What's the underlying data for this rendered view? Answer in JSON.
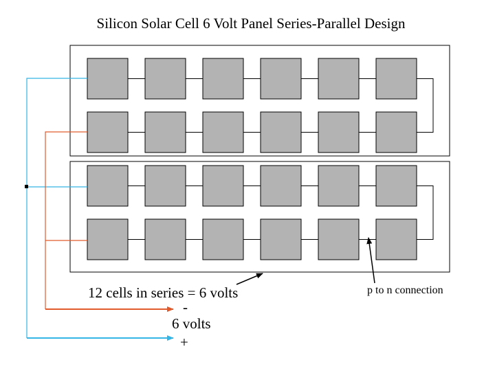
{
  "title": "Silicon Solar Cell 6 Volt Panel Series-Parallel Design",
  "labels": {
    "series": "12 cells in series = 6 volts",
    "minus": "-",
    "volts": "6 volts",
    "plus": "+",
    "pn": "p to n connection"
  },
  "panels": [
    {
      "rows": 2,
      "cols": 6
    },
    {
      "rows": 2,
      "cols": 6
    }
  ],
  "colors": {
    "cell_fill": "#b3b3b3",
    "cell_stroke": "#000000",
    "wire": "#000000",
    "positive_wire": "#33b5e5",
    "negative_wire": "#e05a2b",
    "panel_border": "#000000"
  }
}
